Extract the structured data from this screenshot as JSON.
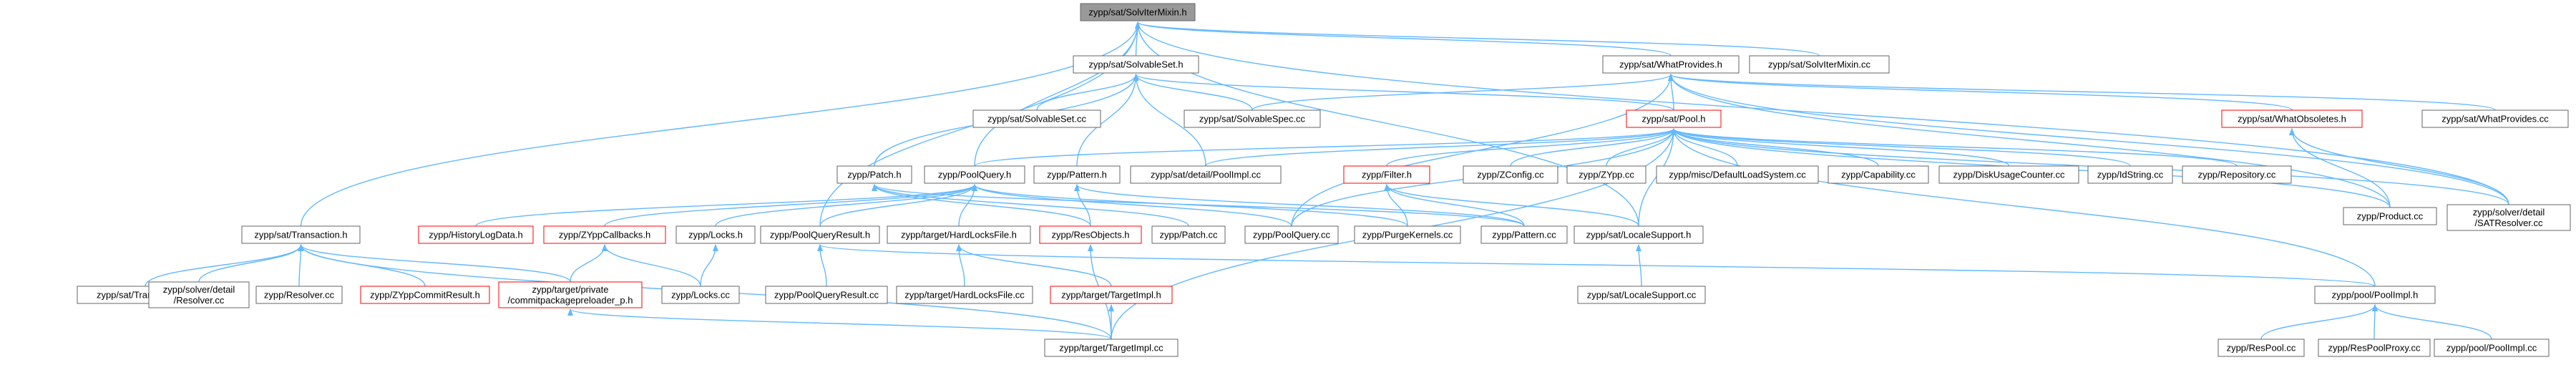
{
  "graph": {
    "colors": {
      "node_fill": "#ffffff",
      "node_border": "#666666",
      "node_border_incomplete": "#ff0000",
      "root_fill": "#999999",
      "edge": "#63b8ff",
      "text": "#000000"
    },
    "nodes": [
      {
        "id": "n0",
        "label": [
          "zypp/sat/SolvIterMixin.h"
        ],
        "type": "root"
      },
      {
        "id": "n1",
        "label": [
          "zypp/sat/SolvableSet.h"
        ],
        "type": "normal"
      },
      {
        "id": "n2",
        "label": [
          "zypp/sat/WhatProvides.h"
        ],
        "type": "normal"
      },
      {
        "id": "n3",
        "label": [
          "zypp/sat/SolvIterMixin.cc"
        ],
        "type": "normal"
      },
      {
        "id": "n4",
        "label": [
          "zypp/sat/SolvableSet.cc"
        ],
        "type": "normal"
      },
      {
        "id": "n5",
        "label": [
          "zypp/sat/SolvableSpec.cc"
        ],
        "type": "normal"
      },
      {
        "id": "n6",
        "label": [
          "zypp/sat/Pool.h"
        ],
        "type": "incomplete"
      },
      {
        "id": "n7",
        "label": [
          "zypp/sat/WhatObsoletes.h"
        ],
        "type": "incomplete"
      },
      {
        "id": "n8",
        "label": [
          "zypp/sat/WhatProvides.cc"
        ],
        "type": "normal"
      },
      {
        "id": "n9",
        "label": [
          "zypp/Patch.h"
        ],
        "type": "normal"
      },
      {
        "id": "n10",
        "label": [
          "zypp/PoolQuery.h"
        ],
        "type": "normal"
      },
      {
        "id": "n11",
        "label": [
          "zypp/Pattern.h"
        ],
        "type": "normal"
      },
      {
        "id": "n12",
        "label": [
          "zypp/sat/detail/PoolImpl.cc"
        ],
        "type": "normal"
      },
      {
        "id": "n13",
        "label": [
          "zypp/Filter.h"
        ],
        "type": "incomplete"
      },
      {
        "id": "n14",
        "label": [
          "zypp/ZConfig.cc"
        ],
        "type": "normal"
      },
      {
        "id": "n15",
        "label": [
          "zypp/ZYpp.cc"
        ],
        "type": "normal"
      },
      {
        "id": "n16",
        "label": [
          "zypp/misc/DefaultLoadSystem.cc"
        ],
        "type": "normal"
      },
      {
        "id": "n17",
        "label": [
          "zypp/Capability.cc"
        ],
        "type": "normal"
      },
      {
        "id": "n18",
        "label": [
          "zypp/DiskUsageCounter.cc"
        ],
        "type": "normal"
      },
      {
        "id": "n19",
        "label": [
          "zypp/IdString.cc"
        ],
        "type": "normal"
      },
      {
        "id": "n20",
        "label": [
          "zypp/Repository.cc"
        ],
        "type": "normal"
      },
      {
        "id": "n21",
        "label": [
          "zypp/Product.cc"
        ],
        "type": "normal"
      },
      {
        "id": "n22",
        "label": [
          "zypp/solver/detail",
          "/SATResolver.cc"
        ],
        "type": "normal"
      },
      {
        "id": "n23",
        "label": [
          "zypp/sat/Transaction.h"
        ],
        "type": "normal"
      },
      {
        "id": "n24",
        "label": [
          "zypp/HistoryLogData.h"
        ],
        "type": "incomplete"
      },
      {
        "id": "n25",
        "label": [
          "zypp/ZYppCallbacks.h"
        ],
        "type": "incomplete"
      },
      {
        "id": "n26",
        "label": [
          "zypp/Locks.h"
        ],
        "type": "normal"
      },
      {
        "id": "n27",
        "label": [
          "zypp/PoolQueryResult.h"
        ],
        "type": "normal"
      },
      {
        "id": "n28",
        "label": [
          "zypp/target/HardLocksFile.h"
        ],
        "type": "normal"
      },
      {
        "id": "n29",
        "label": [
          "zypp/ResObjects.h"
        ],
        "type": "incomplete"
      },
      {
        "id": "n30",
        "label": [
          "zypp/Patch.cc"
        ],
        "type": "normal"
      },
      {
        "id": "n31",
        "label": [
          "zypp/PoolQuery.cc"
        ],
        "type": "normal"
      },
      {
        "id": "n32",
        "label": [
          "zypp/PurgeKernels.cc"
        ],
        "type": "normal"
      },
      {
        "id": "n33",
        "label": [
          "zypp/Pattern.cc"
        ],
        "type": "normal"
      },
      {
        "id": "n34",
        "label": [
          "zypp/sat/LocaleSupport.h"
        ],
        "type": "normal"
      },
      {
        "id": "n35",
        "label": [
          "zypp/sat/Transaction.cc"
        ],
        "type": "normal"
      },
      {
        "id": "n36",
        "label": [
          "zypp/solver/detail",
          "/Resolver.cc"
        ],
        "type": "normal"
      },
      {
        "id": "n37",
        "label": [
          "zypp/Resolver.cc"
        ],
        "type": "normal"
      },
      {
        "id": "n38",
        "label": [
          "zypp/ZYppCommitResult.h"
        ],
        "type": "incomplete"
      },
      {
        "id": "n39",
        "label": [
          "zypp/target/private",
          "/commitpackagepreloader_p.h"
        ],
        "type": "incomplete"
      },
      {
        "id": "n40",
        "label": [
          "zypp/Locks.cc"
        ],
        "type": "normal"
      },
      {
        "id": "n41",
        "label": [
          "zypp/PoolQueryResult.cc"
        ],
        "type": "normal"
      },
      {
        "id": "n42",
        "label": [
          "zypp/target/HardLocksFile.cc"
        ],
        "type": "normal"
      },
      {
        "id": "n43",
        "label": [
          "zypp/target/TargetImpl.h"
        ],
        "type": "incomplete"
      },
      {
        "id": "n44",
        "label": [
          "zypp/sat/LocaleSupport.cc"
        ],
        "type": "normal"
      },
      {
        "id": "n45",
        "label": [
          "zypp/pool/PoolImpl.h"
        ],
        "type": "normal"
      },
      {
        "id": "n46",
        "label": [
          "zypp/target/TargetImpl.cc"
        ],
        "type": "normal"
      },
      {
        "id": "n47",
        "label": [
          "zypp/ResPool.cc"
        ],
        "type": "normal"
      },
      {
        "id": "n48",
        "label": [
          "zypp/ResPoolProxy.cc"
        ],
        "type": "normal"
      },
      {
        "id": "n49",
        "label": [
          "zypp/pool/PoolImpl.cc"
        ],
        "type": "normal"
      }
    ],
    "edges": [
      [
        "n1",
        "n0"
      ],
      [
        "n2",
        "n0"
      ],
      [
        "n3",
        "n0"
      ],
      [
        "n23",
        "n0"
      ],
      [
        "n10",
        "n0"
      ],
      [
        "n27",
        "n0"
      ],
      [
        "n34",
        "n0"
      ],
      [
        "n22",
        "n0"
      ],
      [
        "n4",
        "n1"
      ],
      [
        "n5",
        "n1"
      ],
      [
        "n6",
        "n1"
      ],
      [
        "n9",
        "n1"
      ],
      [
        "n11",
        "n1"
      ],
      [
        "n12",
        "n1"
      ],
      [
        "n5",
        "n2"
      ],
      [
        "n6",
        "n2"
      ],
      [
        "n7",
        "n2"
      ],
      [
        "n8",
        "n2"
      ],
      [
        "n21",
        "n2"
      ],
      [
        "n22",
        "n2"
      ],
      [
        "n31",
        "n2"
      ],
      [
        "n10",
        "n6"
      ],
      [
        "n12",
        "n6"
      ],
      [
        "n13",
        "n6"
      ],
      [
        "n14",
        "n6"
      ],
      [
        "n15",
        "n6"
      ],
      [
        "n16",
        "n6"
      ],
      [
        "n17",
        "n6"
      ],
      [
        "n18",
        "n6"
      ],
      [
        "n19",
        "n6"
      ],
      [
        "n20",
        "n6"
      ],
      [
        "n21",
        "n6"
      ],
      [
        "n22",
        "n6"
      ],
      [
        "n31",
        "n6"
      ],
      [
        "n34",
        "n6"
      ],
      [
        "n45",
        "n6"
      ],
      [
        "n46",
        "n6"
      ],
      [
        "n21",
        "n7"
      ],
      [
        "n22",
        "n7"
      ],
      [
        "n29",
        "n9"
      ],
      [
        "n30",
        "n9"
      ],
      [
        "n33",
        "n9"
      ],
      [
        "n24",
        "n10"
      ],
      [
        "n25",
        "n10"
      ],
      [
        "n26",
        "n10"
      ],
      [
        "n27",
        "n10"
      ],
      [
        "n28",
        "n10"
      ],
      [
        "n31",
        "n10"
      ],
      [
        "n32",
        "n10"
      ],
      [
        "n29",
        "n11"
      ],
      [
        "n33",
        "n11"
      ],
      [
        "n32",
        "n13"
      ],
      [
        "n33",
        "n13"
      ],
      [
        "n34",
        "n13"
      ],
      [
        "n35",
        "n23"
      ],
      [
        "n36",
        "n23"
      ],
      [
        "n37",
        "n23"
      ],
      [
        "n38",
        "n23"
      ],
      [
        "n39",
        "n23"
      ],
      [
        "n46",
        "n23"
      ],
      [
        "n39",
        "n25"
      ],
      [
        "n40",
        "n25"
      ],
      [
        "n40",
        "n26"
      ],
      [
        "n41",
        "n27"
      ],
      [
        "n45",
        "n27"
      ],
      [
        "n42",
        "n28"
      ],
      [
        "n43",
        "n28"
      ],
      [
        "n46",
        "n29"
      ],
      [
        "n44",
        "n34"
      ],
      [
        "n46",
        "n39"
      ],
      [
        "n46",
        "n43"
      ],
      [
        "n47",
        "n45"
      ],
      [
        "n48",
        "n45"
      ],
      [
        "n49",
        "n45"
      ]
    ]
  }
}
